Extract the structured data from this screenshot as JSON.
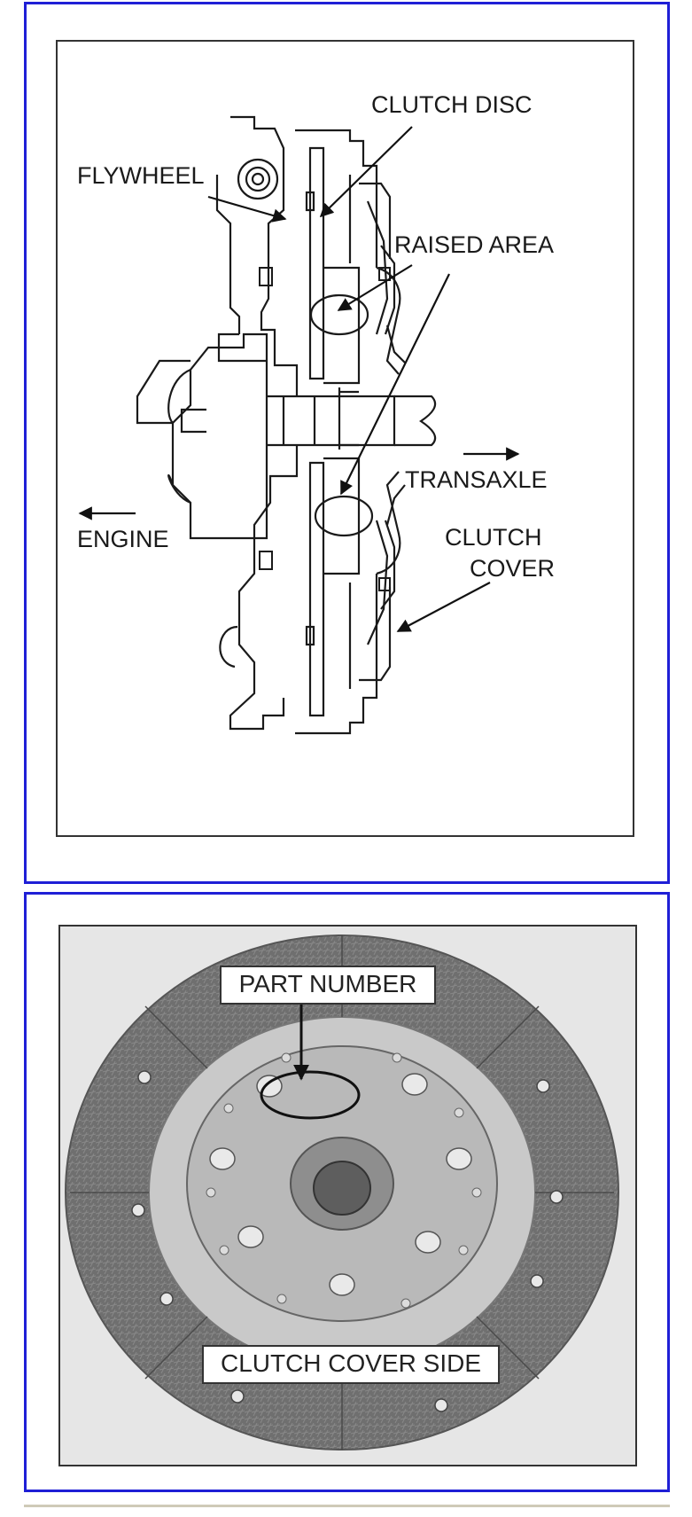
{
  "clutch_section_diagram": {
    "labels": {
      "clutch_disc": "CLUTCH DISC",
      "flywheel": "FLYWHEEL",
      "raised_area": "RAISED AREA",
      "transaxle": "TRANSAXLE",
      "engine": "ENGINE",
      "clutch_cover_line1": "CLUTCH",
      "clutch_cover_line2": "COVER"
    }
  },
  "clutch_disc_photo": {
    "labels": {
      "part_number": "PART NUMBER",
      "clutch_cover_side": "CLUTCH COVER SIDE"
    }
  },
  "colors": {
    "panel_border": "#1f1fd6",
    "frame_border": "#333333",
    "photo_background": "#e6e6e6"
  }
}
